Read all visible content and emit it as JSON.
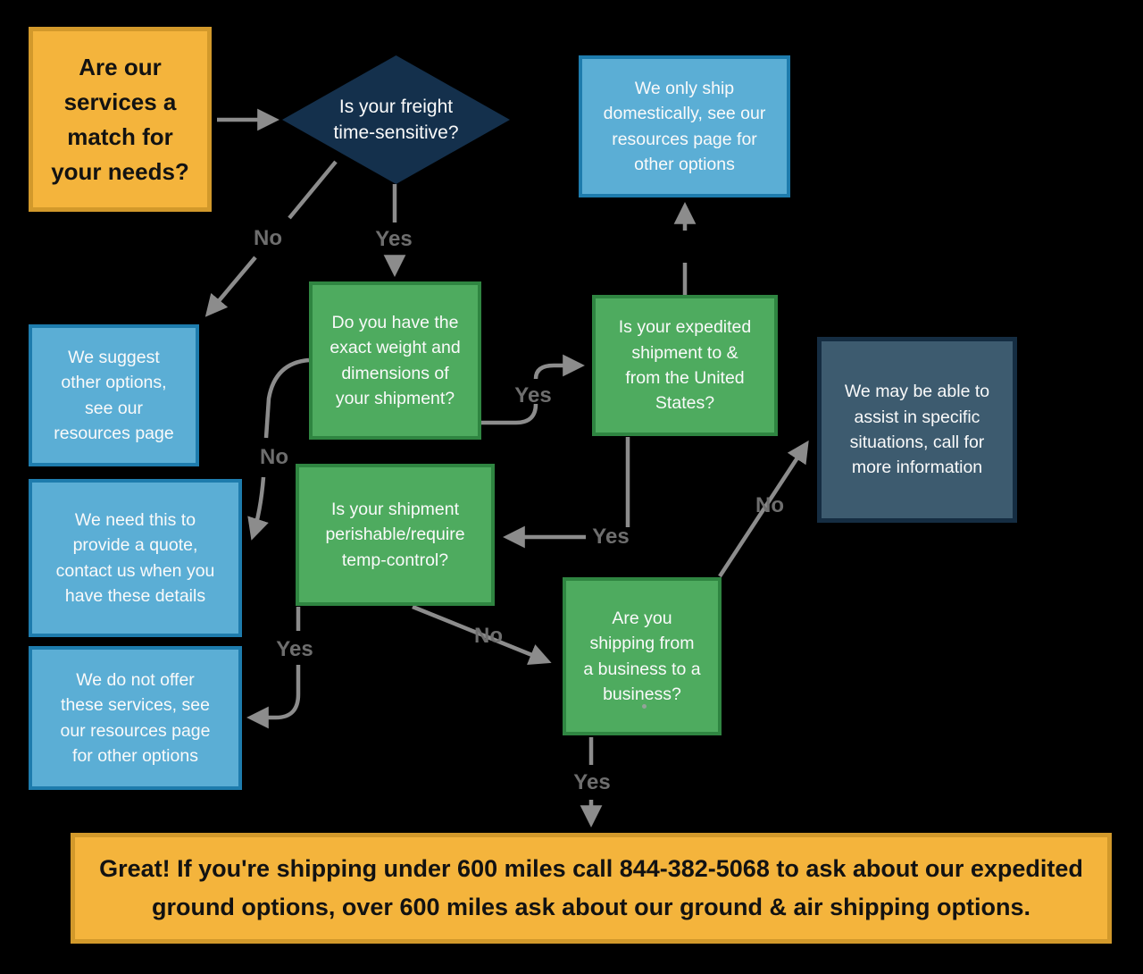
{
  "colors": {
    "background": "#000000",
    "orange_fill": "#F4B43C",
    "orange_border": "#D2992B",
    "navy_fill": "#14304C",
    "blue_fill": "#5BAED5",
    "blue_border": "#1E7CAD",
    "green_fill": "#4EAB5F",
    "green_border": "#2F8541",
    "slate_fill": "#3D5B6F",
    "slate_border": "#152D42",
    "arrow": "#8C8C8C",
    "edge_label": "#6E6E6E",
    "text_light": "#FAFAFA",
    "text_dark": "#121212"
  },
  "flowchart": {
    "nodes": {
      "start": "Are our\nservices a\nmatch for\nyour needs?",
      "time_sensitive": "Is your freight\ntime-sensitive?",
      "domestic_only": "We only ship\ndomestically, see our\nresources page for\nother options",
      "weight_dimensions": "Do you have the\nexact weight and\ndimensions of\nyour shipment?",
      "expedited_us": "Is your expedited\nshipment to &\nfrom the United\nStates?",
      "assist": "We may be able to\nassist in specific\nsituations, call for\nmore information",
      "suggest_options": "We suggest\nother options,\nsee our\nresources page",
      "need_details": "We need this to\nprovide a quote,\ncontact us when you\nhave these details",
      "perishable": "Is your shipment\nperishable/require\ntemp-control?",
      "business_to_business": "Are you\nshipping from\na business to a\nbusiness?",
      "no_services": "We do not offer\nthese services, see\nour resources page\nfor other options",
      "final": "Great! If you're shipping under 600 miles call 844-382-5068 to ask about our expedited\nground options, over 600 miles ask about our ground & air shipping options."
    },
    "edge_labels": {
      "time_sensitive_no": "No",
      "time_sensitive_yes": "Yes",
      "weight_yes": "Yes",
      "weight_no": "No",
      "expedited_yes": "Yes",
      "perishable_yes": "Yes",
      "perishable_no": "No",
      "b2b_no": "No",
      "b2b_yes": "Yes"
    },
    "phone_number": "844-382-5068"
  }
}
